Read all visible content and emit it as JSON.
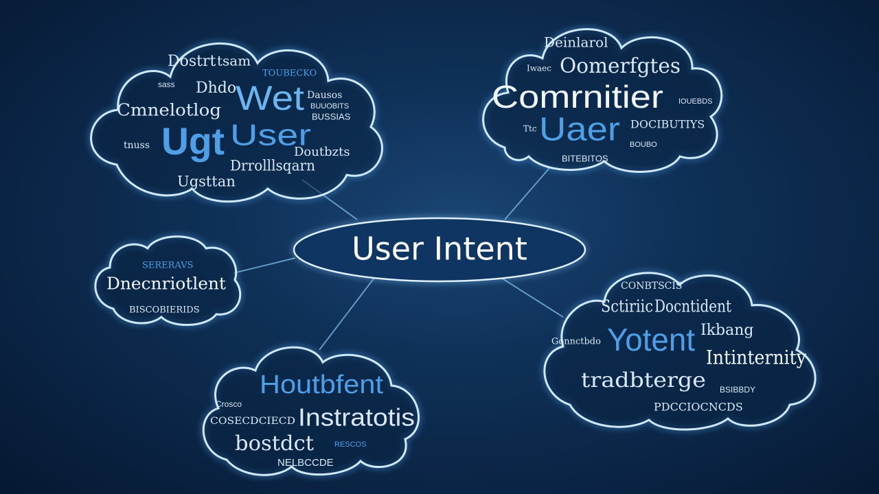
{
  "center": {
    "label": "User Intent"
  },
  "clouds": {
    "top_left": {
      "words": [
        "Dostrt",
        "tsam",
        "TOUBECKO",
        "sass",
        "Dhdo",
        "Wet",
        "Dausos",
        "Cmnelotlog",
        "BUUOBITS",
        "BUSSIAS",
        "Ugt",
        "User",
        "tnuss",
        "Doutbzts",
        "Drrolllsqarn",
        "Ugsttan"
      ]
    },
    "top_right": {
      "words": [
        "Deinlarol",
        "Iwaec",
        "Oomerfgtes",
        "Comrnitier",
        "IOUEBDS",
        "Uaer",
        "Ttc",
        "DOCIBUTIYS",
        "BOUBO",
        "BITEBITOS"
      ]
    },
    "left": {
      "words": [
        "SERERAVS",
        "Dnecnriotlent",
        "BISCOBIERIDS"
      ]
    },
    "bottom": {
      "words": [
        "Houtbfent",
        "Crosco",
        "COSECDCIECD",
        "Instratotis",
        "bostdct",
        "RESCOS",
        "NELBCCDE"
      ]
    },
    "right": {
      "words": [
        "CONBTSCIS",
        "Sctiriic",
        "Docntident",
        "Ikbang",
        "Gonnctbdo",
        "Yotent",
        "Intinternity",
        "tradbterge",
        "BSIBBDY",
        "PDCCIOCNCDS"
      ]
    }
  },
  "colors": {
    "background": "#0b2544",
    "cloud_outline": "#cfe9ff",
    "accent_blue": "#4f9fe6",
    "text_white": "#f2f7fc"
  }
}
